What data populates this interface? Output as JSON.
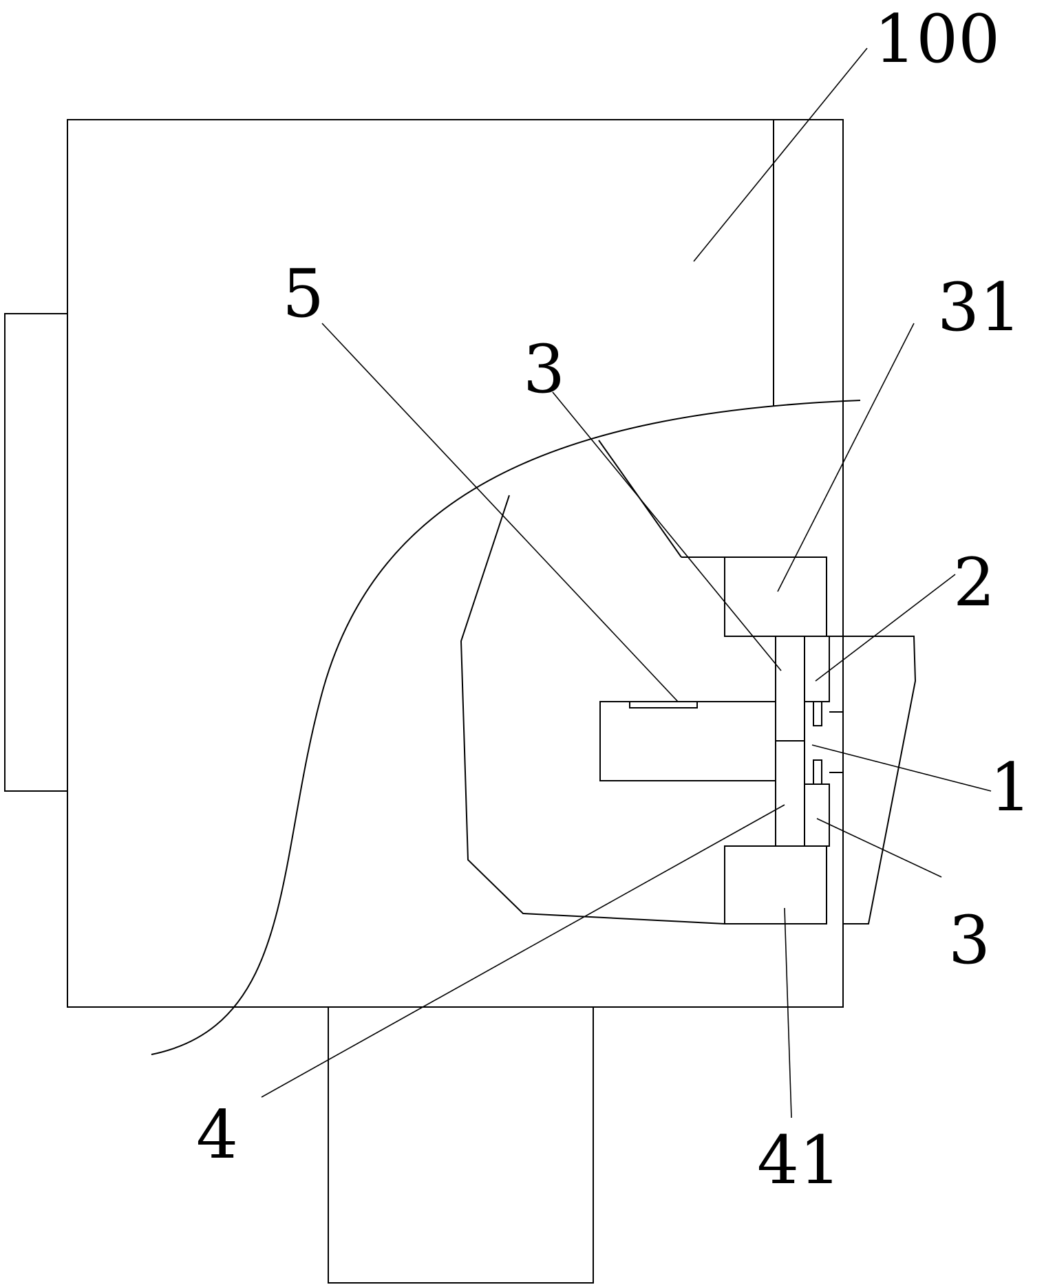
{
  "labels": {
    "housing": "100",
    "sensor": "5",
    "member_upper": "3",
    "part_31": "31",
    "part_2": "2",
    "part_1": "1",
    "member_lower": "3",
    "part_4": "4",
    "part_41": "41"
  },
  "colors": {
    "line": "#000000",
    "background": "#ffffff"
  }
}
